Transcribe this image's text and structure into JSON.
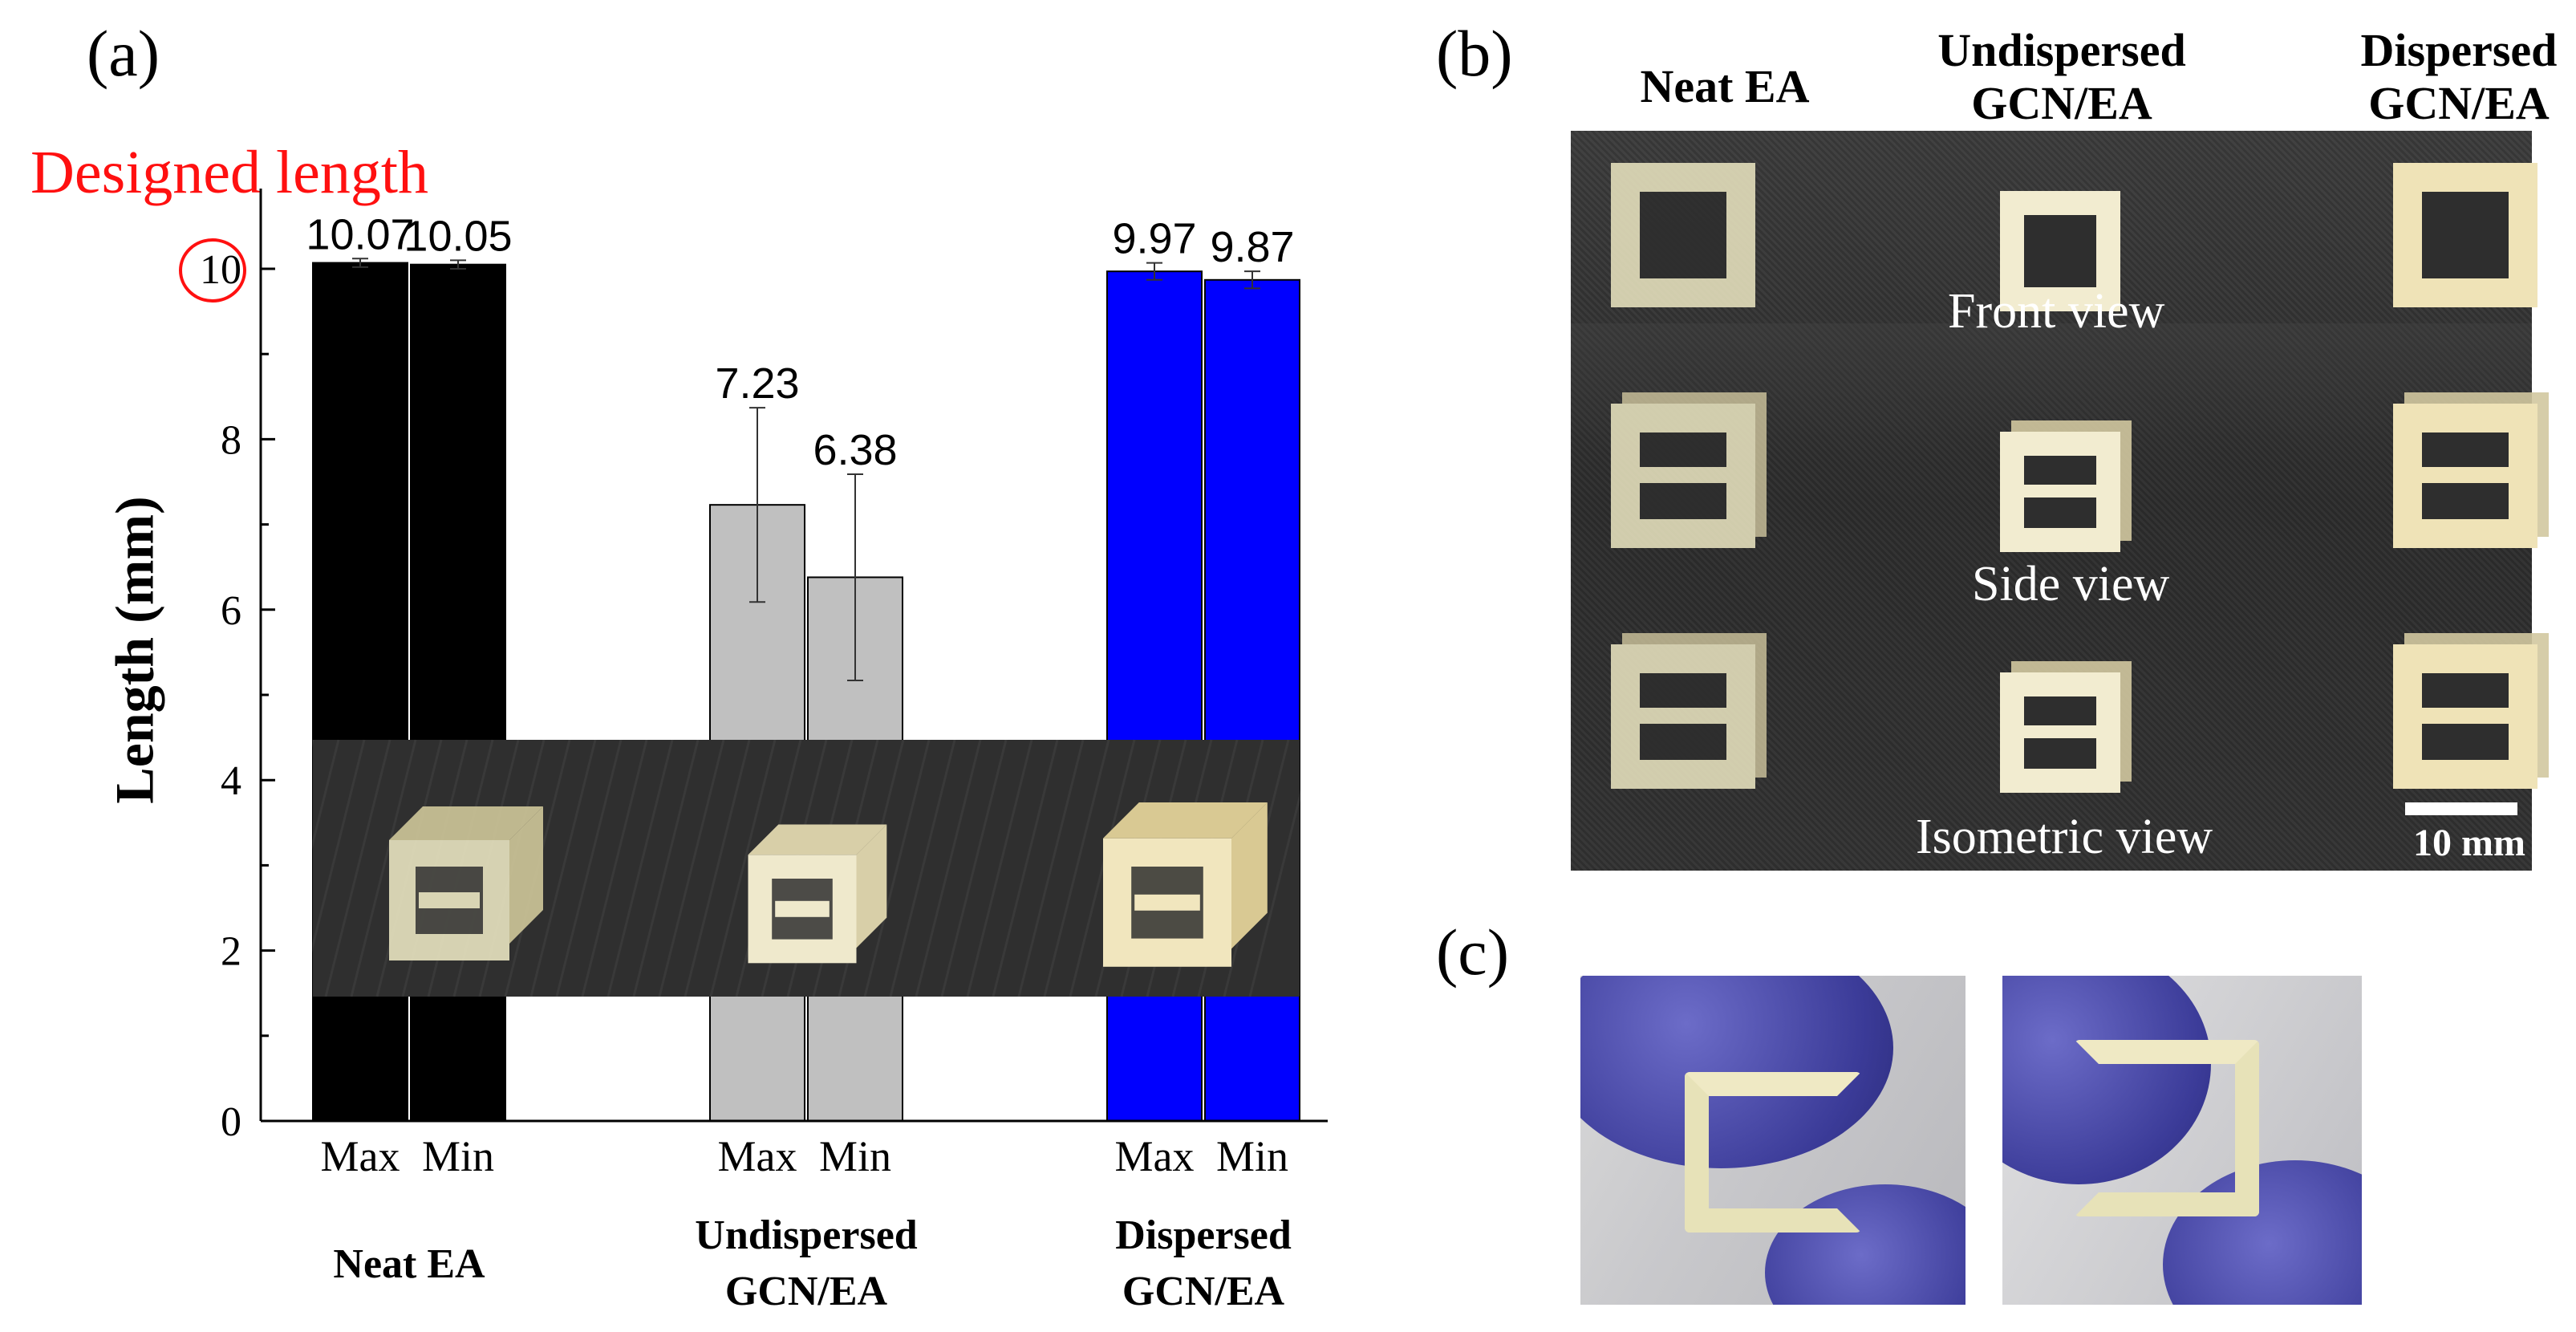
{
  "panels": {
    "a": "(a)",
    "b": "(b)",
    "c": "(c)"
  },
  "annotations": {
    "designed_length": "Designed length"
  },
  "chart_data": {
    "type": "bar",
    "ylabel": "Length (mm)",
    "ylim": [
      0,
      10.6
    ],
    "yticks": [
      0,
      2,
      4,
      6,
      8,
      10
    ],
    "groups": [
      {
        "label": "Neat EA",
        "label_lines": [
          "Neat EA"
        ],
        "color": "#000000",
        "bars": [
          {
            "category": "Max",
            "value": 10.07,
            "label": "10.07",
            "err": 0.05
          },
          {
            "category": "Min",
            "value": 10.05,
            "label": "10.05",
            "err": 0.05
          }
        ]
      },
      {
        "label": "Undispersed GCN/EA",
        "label_lines": [
          "Undispersed",
          "GCN/EA"
        ],
        "color": "#c0c0c0",
        "bars": [
          {
            "category": "Max",
            "value": 7.23,
            "label": "7.23",
            "err": 1.14
          },
          {
            "category": "Min",
            "value": 6.38,
            "label": "6.38",
            "err": 1.21
          }
        ]
      },
      {
        "label": "Dispersed GCN/EA",
        "label_lines": [
          "Dispersed",
          "GCN/EA"
        ],
        "color": "#0000ff",
        "bars": [
          {
            "category": "Max",
            "value": 9.97,
            "label": "9.97",
            "err": 0.1
          },
          {
            "category": "Min",
            "value": 9.87,
            "label": "9.87",
            "err": 0.1
          }
        ]
      }
    ]
  },
  "panel_b": {
    "columns": [
      [
        "Neat EA"
      ],
      [
        "Undispersed",
        "GCN/EA"
      ],
      [
        "Dispersed",
        "GCN/EA"
      ]
    ],
    "views": [
      "Front view",
      "Side view",
      "Isometric view"
    ],
    "scale_bar": "10 mm"
  }
}
